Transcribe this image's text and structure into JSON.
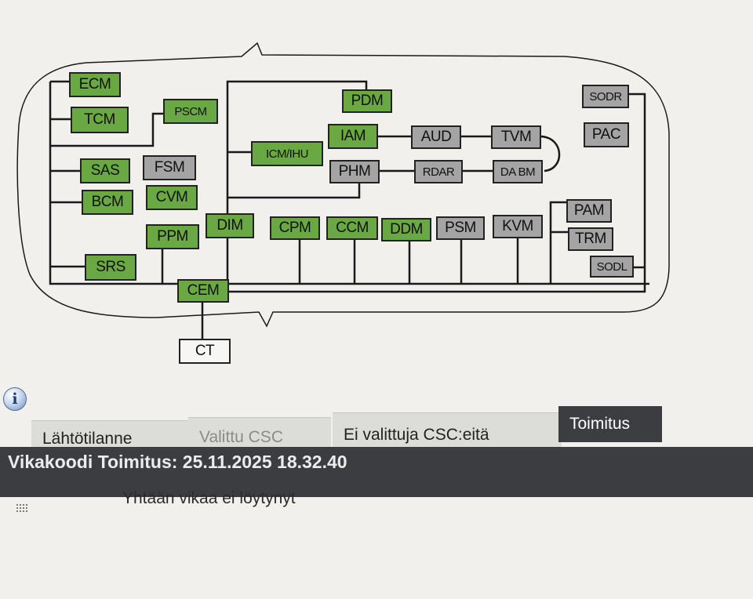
{
  "modules": [
    {
      "label": "ECM",
      "color": "green"
    },
    {
      "label": "TCM",
      "color": "green"
    },
    {
      "label": "PSCM",
      "color": "green"
    },
    {
      "label": "SAS",
      "color": "green"
    },
    {
      "label": "FSM",
      "color": "gray"
    },
    {
      "label": "BCM",
      "color": "green"
    },
    {
      "label": "CVM",
      "color": "green"
    },
    {
      "label": "PPM",
      "color": "green"
    },
    {
      "label": "SRS",
      "color": "green"
    },
    {
      "label": "PDM",
      "color": "green"
    },
    {
      "label": "ICM/IHU",
      "color": "green"
    },
    {
      "label": "IAM",
      "color": "green"
    },
    {
      "label": "PHM",
      "color": "gray"
    },
    {
      "label": "AUD",
      "color": "gray"
    },
    {
      "label": "TVM",
      "color": "gray"
    },
    {
      "label": "RDAR",
      "color": "gray"
    },
    {
      "label": "DA BM",
      "color": "gray"
    },
    {
      "label": "SODR",
      "color": "gray"
    },
    {
      "label": "PAC",
      "color": "gray"
    },
    {
      "label": "DIM",
      "color": "green"
    },
    {
      "label": "CPM",
      "color": "green"
    },
    {
      "label": "CCM",
      "color": "green"
    },
    {
      "label": "DDM",
      "color": "green"
    },
    {
      "label": "PSM",
      "color": "gray"
    },
    {
      "label": "KVM",
      "color": "gray"
    },
    {
      "label": "PAM",
      "color": "gray"
    },
    {
      "label": "TRM",
      "color": "gray"
    },
    {
      "label": "SODL",
      "color": "gray"
    },
    {
      "label": "CEM",
      "color": "green"
    },
    {
      "label": "CT",
      "color": "white"
    }
  ],
  "colors": {
    "green": "#6aa843",
    "gray": "#a4a4a4",
    "white": "#f6f6f4",
    "bar": "#3b3d41"
  },
  "info_icon": {
    "glyph": "i",
    "icon": "info-icon"
  },
  "tabs": [
    {
      "label": "Lähtötilanne",
      "state": "inactive"
    },
    {
      "label": "Valittu CSC",
      "state": "inactive-dimmed"
    },
    {
      "label": "Ei valittuja CSC:eitä",
      "state": "inactive"
    },
    {
      "label": "Toimitus",
      "state": "active"
    }
  ],
  "status": {
    "title": "Vikakoodi Toimitus: 25.11.2025 18.32.40"
  },
  "result": {
    "message": "Yhtään vikaa ei löytynyt"
  }
}
